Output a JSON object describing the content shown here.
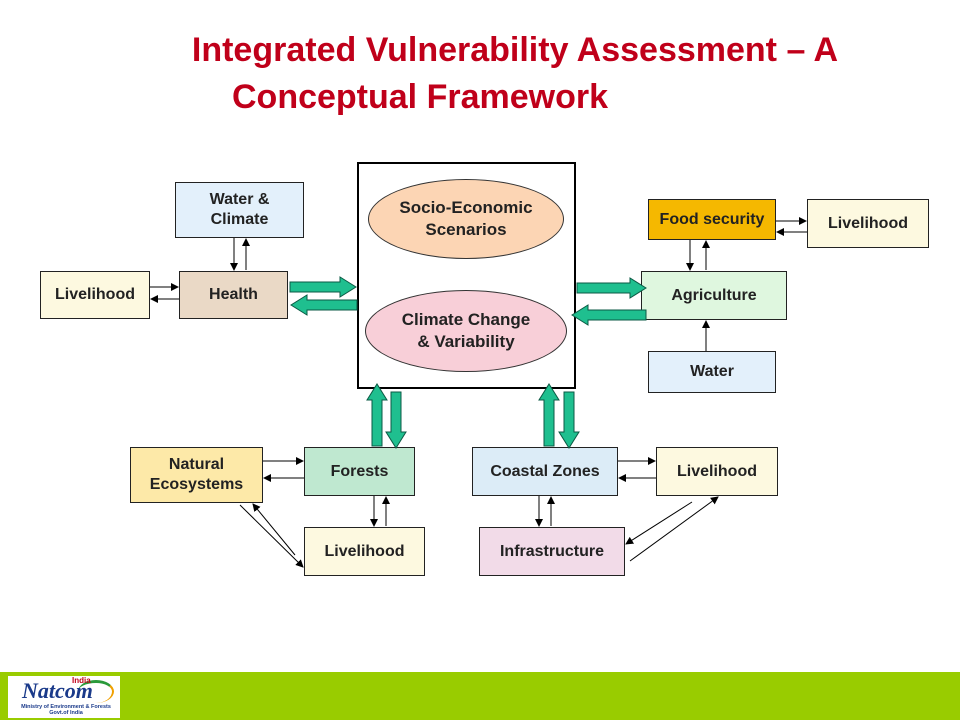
{
  "title": {
    "line1": "Integrated Vulnerability Assessment – A",
    "line2": "Conceptual Framework"
  },
  "center": {
    "socio": {
      "line1": "Socio-Economic",
      "line2": "Scenarios"
    },
    "climate": {
      "line1": "Climate Change",
      "line2": "& Variability"
    }
  },
  "boxes": {
    "water_climate": {
      "line1": "Water &",
      "line2": "Climate"
    },
    "health": "Health",
    "livelihood_health": "Livelihood",
    "food_security": "Food security",
    "livelihood_food": "Livelihood",
    "agriculture": "Agriculture",
    "water": "Water",
    "natural_ecosystems": {
      "line1": "Natural",
      "line2": "Ecosystems"
    },
    "forests": "Forests",
    "livelihood_forests": "Livelihood",
    "coastal_zones": "Coastal Zones",
    "livelihood_coastal": "Livelihood",
    "infrastructure": "Infrastructure"
  },
  "colors": {
    "title": "#c0001a",
    "footer": "#99cc00",
    "big_arrow": "#1fbf8f",
    "socio_fill": "#fcd5b4",
    "climate_fill": "#f8cfd8",
    "water_climate_fill": "#e3f0fb",
    "health_fill": "#ead9c6",
    "livelihood_fill": "#fdf9e0",
    "food_security_fill": "#f5b800",
    "agriculture_fill": "#dff7df",
    "water_fill": "#e3f0fb",
    "natural_fill": "#fde9a8",
    "forests_fill": "#bfe8d0",
    "coastal_fill": "#dcecf7",
    "infrastructure_fill": "#f2dbe8"
  },
  "footer": {
    "logo_name": "Natcom",
    "logo_india": "India",
    "logo_line1": "Ministry of Environment & Forests",
    "logo_line2": "Govt.of India"
  }
}
